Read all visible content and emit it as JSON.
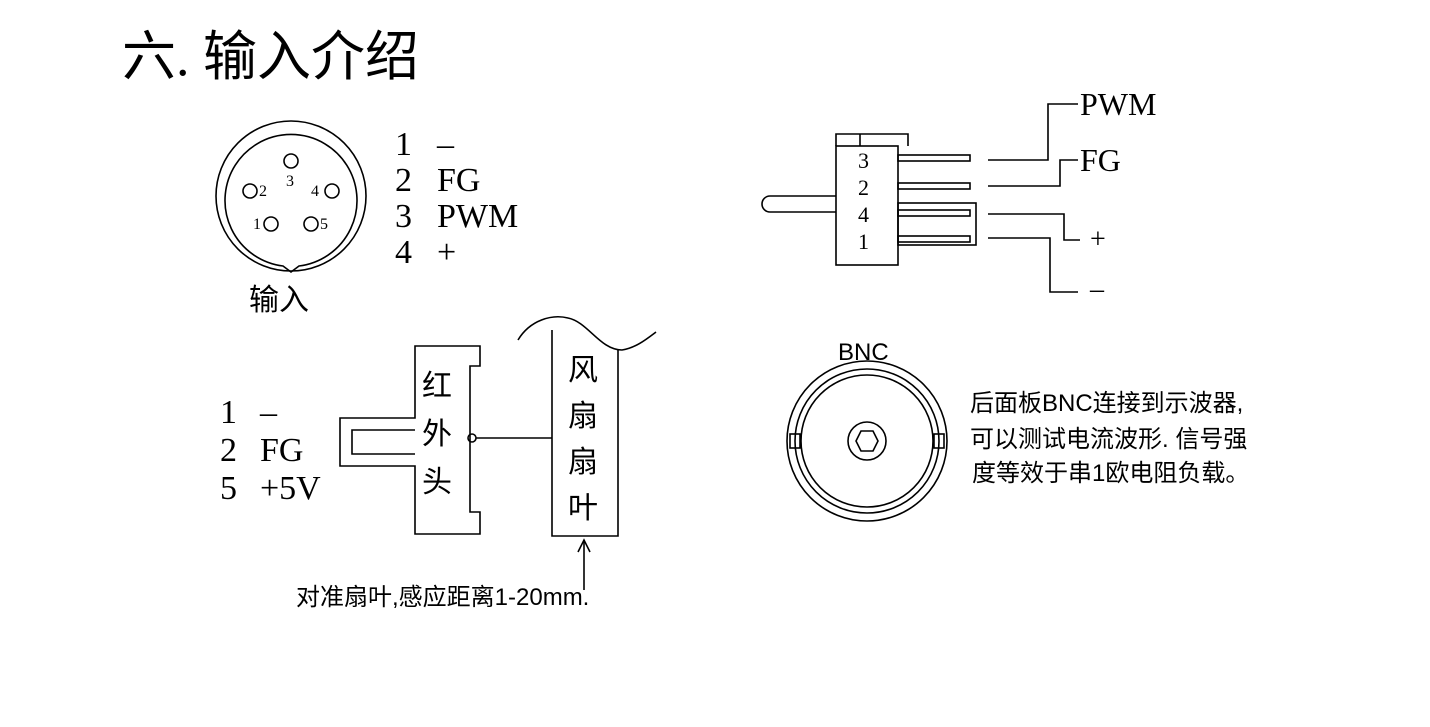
{
  "title": "六. 输入介绍",
  "din_connector": {
    "pin_numbers": [
      "1",
      "2",
      "3",
      "4",
      "5"
    ],
    "caption": "输入",
    "pinout": [
      {
        "num": "1",
        "sig": "–"
      },
      {
        "num": "2",
        "sig": "FG"
      },
      {
        "num": "3",
        "sig": "PWM"
      },
      {
        "num": "4",
        "sig": "+"
      }
    ]
  },
  "fan_plug": {
    "positions": [
      "3",
      "2",
      "4",
      "1"
    ],
    "signals": [
      "PWM",
      "FG",
      "+",
      "–"
    ]
  },
  "ir_sensor": {
    "pinout": [
      {
        "num": "1",
        "sig": "–"
      },
      {
        "num": "2",
        "sig": "FG"
      },
      {
        "num": "5",
        "sig": "+5V"
      }
    ],
    "head_label": [
      "红",
      "外",
      "头"
    ],
    "fan_label": [
      "风",
      "扇",
      "扇",
      "叶"
    ],
    "note": "对准扇叶,感应距离1-20mm."
  },
  "bnc": {
    "label": "BNC",
    "description": [
      "后面板BNC连接到示波器,",
      "可以测试电流波形. 信号强",
      "度等效于串1欧电阻负载。"
    ]
  }
}
